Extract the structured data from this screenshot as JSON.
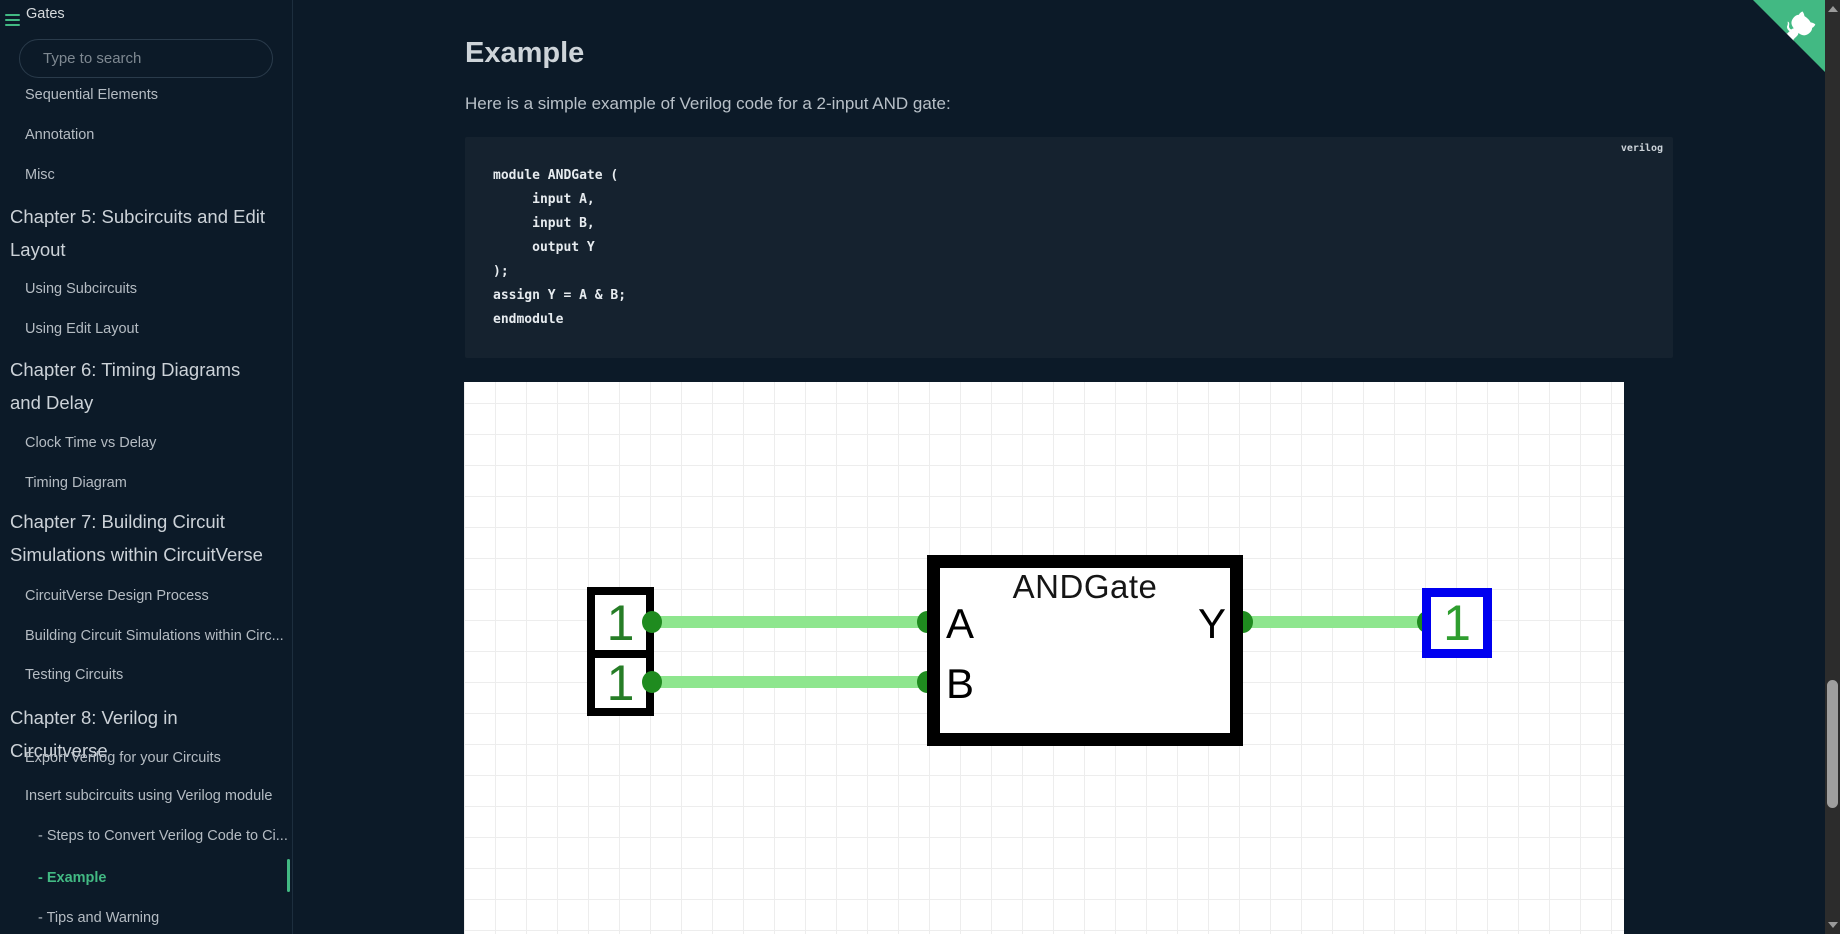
{
  "colors": {
    "accent": "#42b983",
    "wire": "#8ee68e",
    "node": "#1f8b1f",
    "input_value": "#267d26",
    "output_value": "#2f9e2f",
    "output_border": "#0000f0",
    "page_bg": "#0c1a28",
    "code_bg": "#15222f"
  },
  "sidebar": {
    "title": "Gates",
    "search": {
      "placeholder": "Type to search"
    },
    "items": [
      {
        "label": "Sequential Elements",
        "kind": "item"
      },
      {
        "label": "Annotation",
        "kind": "item"
      },
      {
        "label": "Misc",
        "kind": "item"
      },
      {
        "label": "Chapter 5: Subcircuits and Edit Layout",
        "kind": "chapter"
      },
      {
        "label": "Using Subcircuits",
        "kind": "item"
      },
      {
        "label": "Using Edit Layout",
        "kind": "item"
      },
      {
        "label": "Chapter 6: Timing Diagrams and Delay",
        "kind": "chapter"
      },
      {
        "label": "Clock Time vs Delay",
        "kind": "item"
      },
      {
        "label": "Timing Diagram",
        "kind": "item"
      },
      {
        "label": "Chapter 7: Building Circuit Simulations within CircuitVerse",
        "kind": "chapter"
      },
      {
        "label": "CircuitVerse Design Process",
        "kind": "item"
      },
      {
        "label": "Building Circuit Simulations within Circ...",
        "kind": "item"
      },
      {
        "label": "Testing Circuits",
        "kind": "item"
      },
      {
        "label": "Chapter 8: Verilog in Circuitverse",
        "kind": "chapter"
      },
      {
        "label": "Export Verilog for your Circuits",
        "kind": "item"
      },
      {
        "label": "Insert subcircuits using Verilog module",
        "kind": "item"
      },
      {
        "label": "- Steps to Convert Verilog Code to Ci...",
        "kind": "subitem"
      },
      {
        "label": "- Example",
        "kind": "subitem",
        "active": true
      },
      {
        "label": "- Tips and Warning",
        "kind": "subitem"
      }
    ]
  },
  "content": {
    "heading": "Example",
    "intro": "Here is a simple example of Verilog code for a 2-input AND gate:",
    "code": {
      "language": "verilog",
      "lines": [
        "module ANDGate (",
        "     input A,",
        "     input B,",
        "     output Y",
        ");",
        "assign Y = A & B;",
        "endmodule"
      ]
    }
  },
  "circuit": {
    "gate_label": "ANDGate",
    "port_a": "A",
    "port_b": "B",
    "port_y": "Y",
    "inputs": [
      "1",
      "1"
    ],
    "output": "1"
  }
}
